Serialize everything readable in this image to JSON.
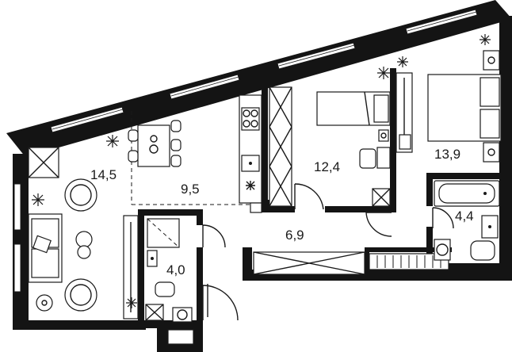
{
  "rooms": [
    {
      "id": "living",
      "area": "14,5"
    },
    {
      "id": "dining",
      "area": "9,5"
    },
    {
      "id": "bedroom-small",
      "area": "12,4"
    },
    {
      "id": "bedroom-master",
      "area": "13,9"
    },
    {
      "id": "hall",
      "area": "6,9"
    },
    {
      "id": "bath-main",
      "area": "4,4"
    },
    {
      "id": "bath-guest",
      "area": "4,0"
    }
  ],
  "colors": {
    "wall": "#141414",
    "line": "#1a1a1a",
    "background": "#ffffff"
  }
}
